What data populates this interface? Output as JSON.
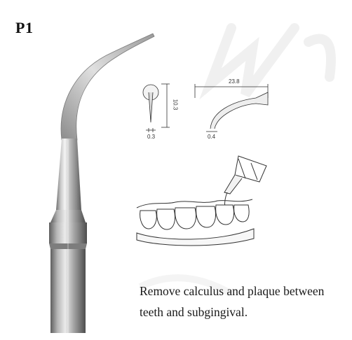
{
  "product": {
    "title": "P1"
  },
  "dimensions": {
    "tip_length": "10.3",
    "tip_diameter": "0.3",
    "overall_length": "23.8",
    "tip_end": "0.4"
  },
  "caption": {
    "line1": "Remove calculus and plaque between",
    "line2": "teeth and subgingival."
  },
  "icons": {
    "tip_photo": "scaler-tip-image",
    "dimension_drawing": "technical-drawing",
    "usage_illustration": "teeth-scaling-illustration"
  }
}
